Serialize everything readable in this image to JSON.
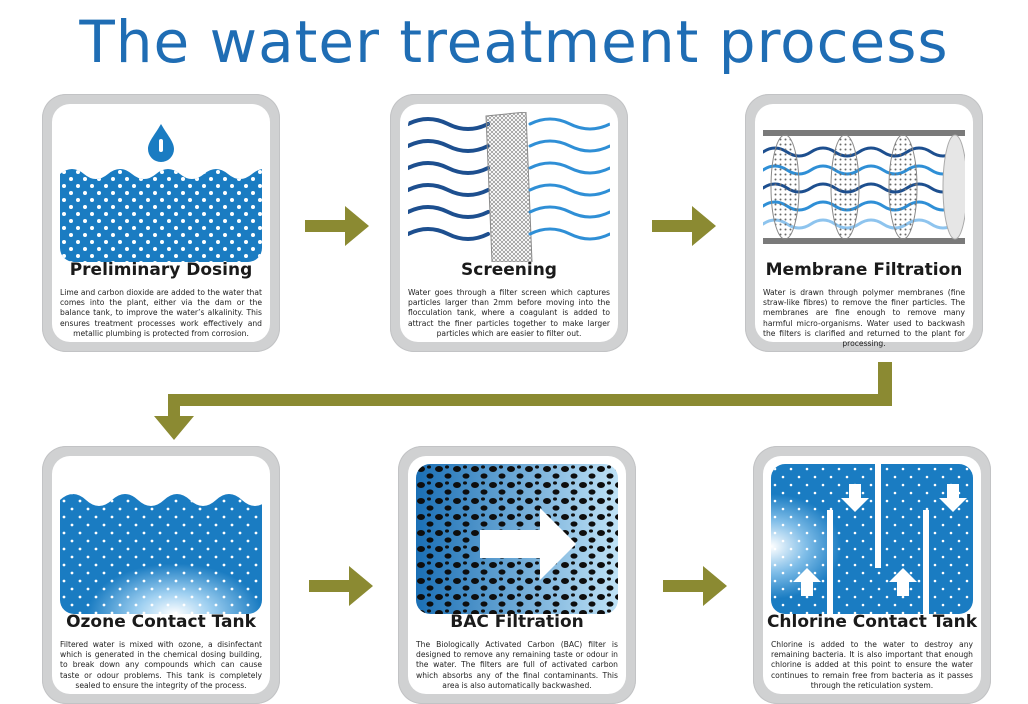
{
  "title": "The water treatment process",
  "colors": {
    "title": "#1f6db4",
    "water": "#1a7cc2",
    "arrow": "#8b8a32",
    "card": "#d0d1d2"
  },
  "steps": [
    {
      "heading": "Preliminary Dosing",
      "description": "Lime and carbon dioxide are added to the water that comes into the plant, either via the dam or the balance tank, to improve the water’s alkalinity. This ensures treatment processes work effectively and metallic plumbing is protected from corrosion."
    },
    {
      "heading": "Screening",
      "description": "Water goes through a filter screen which captures particles larger than 2mm before moving into the flocculation tank, where a coagulant is added to attract the finer particles together to make larger particles which are easier to filter out."
    },
    {
      "heading": "Membrane Filtration",
      "description": "Water is drawn through polymer membranes (fine straw-like fibres) to remove the finer particles. The membranes are fine enough to remove many harmful micro-organisms. Water used to backwash the filters is clarified and returned to the plant for processing."
    },
    {
      "heading": "Ozone Contact Tank",
      "description": "Filtered water is mixed with ozone, a disinfectant which is generated in the chemical dosing building, to break down any compounds which can cause taste or odour problems. This tank is completely sealed to ensure the integrity of the process."
    },
    {
      "heading": "BAC Filtration",
      "description": "The Biologically Activated Carbon (BAC) filter is designed to remove any remaining taste or odour in the water. The filters are full of activated carbon which absorbs any of the final contaminants. This area is also automatically backwashed."
    },
    {
      "heading": "Chlorine Contact Tank",
      "description": "Chlorine is added to the water to destroy any remaining bacteria. It is also important that enough chlorine is added at this point to ensure the water continues to remain free from bacteria as it passes through the reticulation system."
    }
  ]
}
